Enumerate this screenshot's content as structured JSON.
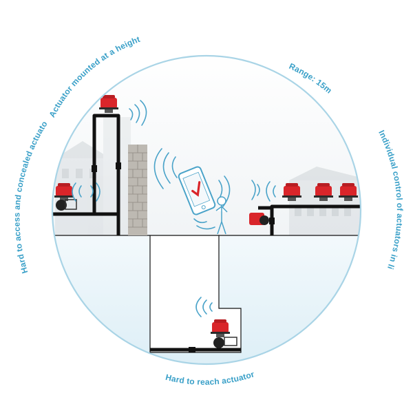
{
  "labels": {
    "top_left": "Actuator mounted at a height",
    "left": "Hard to access and concealed actuator",
    "top_right": "Range: 15m",
    "right": "Individual control of actuators in line",
    "bottom": "Hard to reach actuator"
  },
  "colors": {
    "accent": "#3aa0c8",
    "circle": "#a9d4e6",
    "actuator": "#d9252a",
    "pipe": "#111111",
    "ground": "#e8f3f8"
  },
  "icons": {
    "phone": "smartphone-with-check-icon",
    "person": "person-icon",
    "signal": "wireless-signal-icon",
    "actuator": "valve-actuator-icon"
  }
}
